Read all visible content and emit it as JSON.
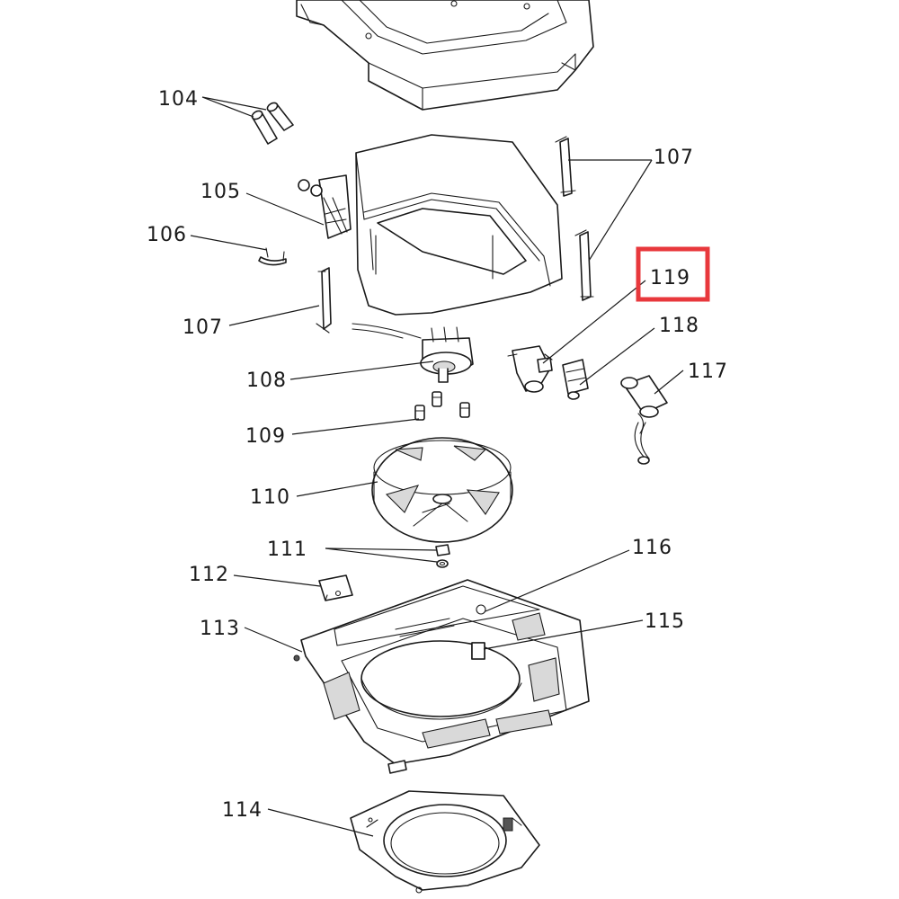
{
  "colors": {
    "line": "#1a1a1a",
    "background": "#ffffff",
    "highlight": "#e8383c"
  },
  "highlighted_callout": "119",
  "callouts": [
    {
      "id": "104",
      "text": "104"
    },
    {
      "id": "105",
      "text": "105"
    },
    {
      "id": "106",
      "text": "106"
    },
    {
      "id": "107a",
      "text": "107"
    },
    {
      "id": "107b",
      "text": "107"
    },
    {
      "id": "108",
      "text": "108"
    },
    {
      "id": "109",
      "text": "109"
    },
    {
      "id": "110",
      "text": "110"
    },
    {
      "id": "111",
      "text": "111"
    },
    {
      "id": "112",
      "text": "112"
    },
    {
      "id": "113",
      "text": "113"
    },
    {
      "id": "114",
      "text": "114"
    },
    {
      "id": "115",
      "text": "115"
    },
    {
      "id": "116",
      "text": "116"
    },
    {
      "id": "117",
      "text": "117"
    },
    {
      "id": "118",
      "text": "118"
    },
    {
      "id": "119",
      "text": "119"
    }
  ]
}
